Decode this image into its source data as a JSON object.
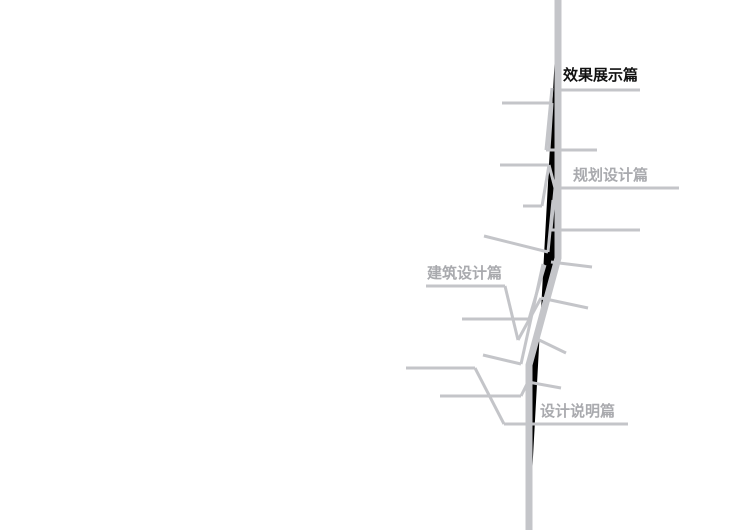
{
  "colors": {
    "background": "#ffffff",
    "line": "#c4c5c9",
    "active_text": "#111111",
    "inactive_text": "#a9aaae"
  },
  "sections": [
    {
      "label": "效果展示篇",
      "active": true
    },
    {
      "label": "规划设计篇",
      "active": false
    },
    {
      "label": "建筑设计篇",
      "active": false
    },
    {
      "label": "设计说明篇",
      "active": false
    }
  ]
}
